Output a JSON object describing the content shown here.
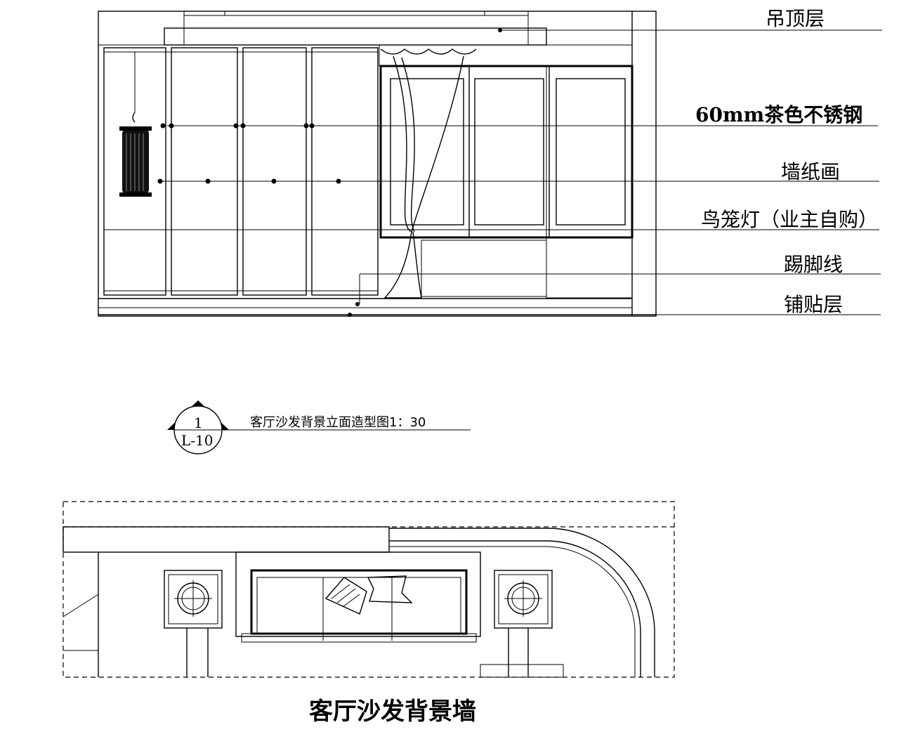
{
  "elevation": {
    "labels": [
      {
        "text": "吊顶层"
      },
      {
        "text": "60mm茶色不锈钢"
      },
      {
        "text": "墙纸画"
      },
      {
        "text": "鸟笼灯（业主自购）"
      },
      {
        "text": "踢脚线"
      },
      {
        "text": "铺贴层"
      }
    ],
    "callout": {
      "number": "1",
      "sheet": "L-10",
      "caption": "客厅沙发背景立面造型图1：30"
    }
  },
  "plan": {
    "title": "客厅沙发背景墙"
  }
}
